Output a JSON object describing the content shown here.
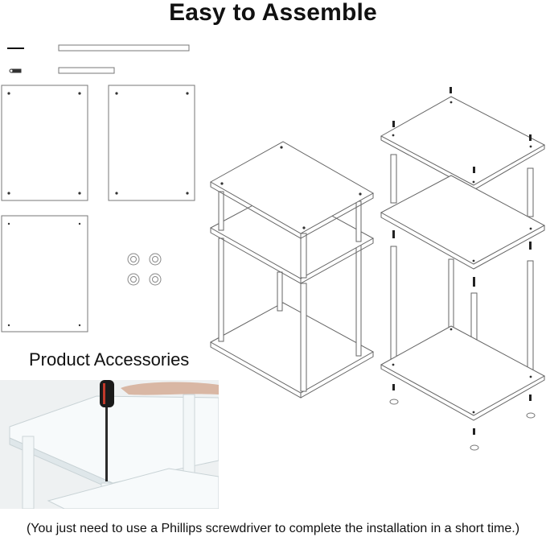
{
  "header": {
    "title": "Easy to Assemble"
  },
  "accessories": {
    "heading": "Product Accessories"
  },
  "footer": {
    "note": "(You just need to use a Phillips screwdriver to complete the installation in a short time.)"
  },
  "colors": {
    "line": "#555555",
    "panel_fill": "#ffffff",
    "photo_bg": "#eef1f2"
  }
}
